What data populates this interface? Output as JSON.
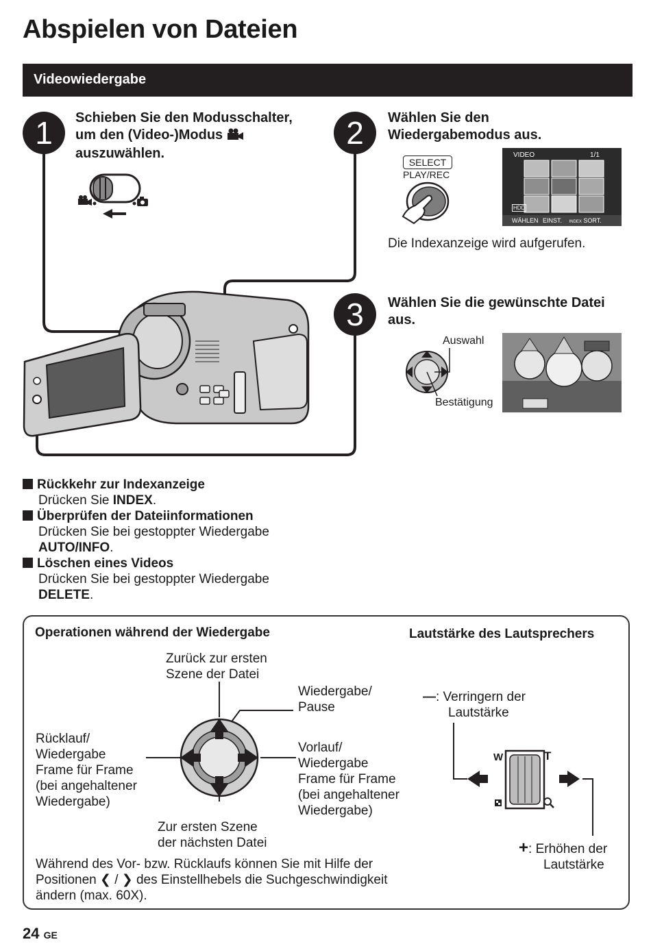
{
  "page": {
    "title": "Abspielen von Dateien",
    "section": "Videowiedergabe",
    "page_number": "24",
    "page_suffix": "GE"
  },
  "step1": {
    "number": "1",
    "title_line1": "Schieben Sie den Modusschalter,",
    "title_line2": "um den (Video-)Modus",
    "title_line3": "auszuwählen."
  },
  "step2": {
    "number": "2",
    "title_line1": "Wählen Sie den",
    "title_line2": "Wiedergabemodus aus.",
    "select_label": "SELECT",
    "playrec_label": "PLAY/REC",
    "note": "Die Indexanzeige wird aufgerufen.",
    "screen": {
      "mode": "VIDEO",
      "page": "1/1",
      "footer_select": "WÄHLEN",
      "footer_set": "EINST.",
      "footer_index": "INDEX",
      "footer_sort": "SORT.",
      "badge": "HDD"
    }
  },
  "step3": {
    "number": "3",
    "title_line1": "Wählen Sie die gewünschte Datei",
    "title_line2": "aus.",
    "label_select": "Auswahl",
    "label_confirm": "Bestätigung"
  },
  "bullets": [
    {
      "head": "Rückkehr zur Indexanzeige",
      "text": "Drücken Sie ",
      "key": "INDEX",
      "tail": "."
    },
    {
      "head": "Überprüfen der Dateiinformationen",
      "text": "Drücken Sie bei gestoppter Wiedergabe",
      "key": "AUTO/INFO",
      "tail": "."
    },
    {
      "head": "Löschen eines Videos",
      "text": "Drücken Sie bei gestoppter Wiedergabe",
      "key": "DELETE",
      "tail": "."
    }
  ],
  "operations": {
    "title": "Operationen während der Wiedergabe",
    "up_line1": "Zurück zur ersten",
    "up_line2": "Szene der Datei",
    "center_line1": "Wiedergabe/",
    "center_line2": "Pause",
    "left_line1": "Rücklauf/",
    "left_line2": "Wiedergabe",
    "left_line3": "Frame für Frame",
    "left_line4": "(bei angehaltener",
    "left_line5": "Wiedergabe)",
    "right_line1": "Vorlauf/",
    "right_line2": "Wiedergabe",
    "right_line3": "Frame für Frame",
    "right_line4": "(bei angehaltener",
    "right_line5": "Wiedergabe)",
    "down_line1": "Zur ersten Szene",
    "down_line2": "der nächsten Datei",
    "note_line1": "Während des Vor- bzw. Rücklaufs können Sie mit Hilfe der",
    "note_line2a": "Positionen",
    "note_sym": "❮ / ❯",
    "note_line2b": "des Einstellhebels die Suchgeschwindigkeit",
    "note_line3": "ändern (max. 60X)."
  },
  "volume": {
    "title": "Lautstärke des Lautsprechers",
    "minus_symbol": "—",
    "minus_line1": ": Verringern der",
    "minus_line2": "Lautstärke",
    "plus_symbol": "+",
    "plus_line1": ": Erhöhen der",
    "plus_line2": "Lautstärke",
    "w_label": "W",
    "t_label": "T"
  },
  "colors": {
    "dark": "#231f20",
    "grey": "#9a9a9a"
  }
}
